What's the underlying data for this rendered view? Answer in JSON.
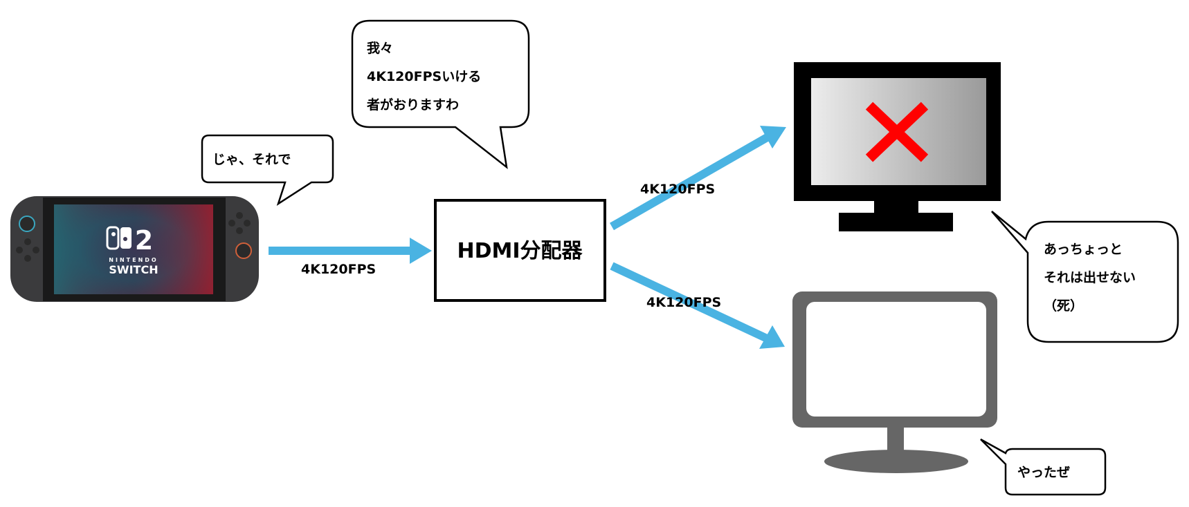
{
  "switch": {
    "logo_number": "2",
    "brand_line1": "NINTENDO",
    "brand_line2": "SWITCH"
  },
  "bubbles": {
    "switch": "じゃ、それで",
    "splitter": [
      "我々",
      "4K120FPSいける",
      "者がおりますわ"
    ],
    "tv_fail": [
      "あっちょっと",
      "それは出せない",
      "（死）"
    ],
    "tv_ok": "やったぜ"
  },
  "splitter_label": "HDMI分配器",
  "links": {
    "switch_to_splitter": "4K120FPS",
    "splitter_to_tv_fail": "4K120FPS",
    "splitter_to_tv_ok": "4K120FPS"
  },
  "colors": {
    "arrow": "#4ab3e2",
    "cross": "#ff0000",
    "tv_ok": "#666666"
  }
}
